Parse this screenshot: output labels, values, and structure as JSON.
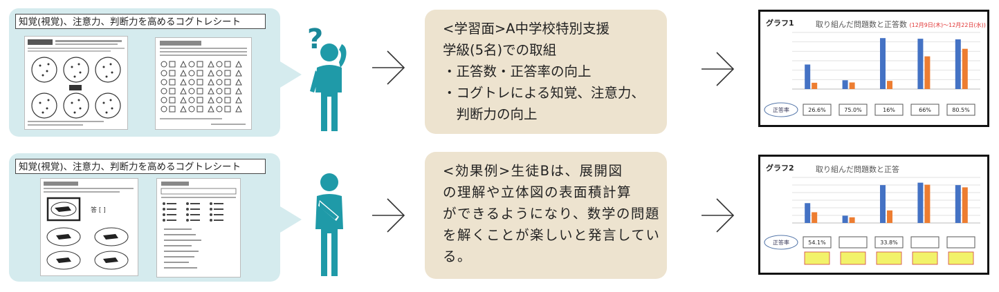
{
  "rows": [
    {
      "sheet_title": "知覚(視覚)、注意力、判断力を高めるコグトレシート",
      "text_lines": [
        "<学習面>A中学校特別支援",
        "学級(5名)での取組",
        "・正答数・正答率の向上",
        "・コグトレによる知覚、注意力、",
        "　判断力の向上"
      ],
      "person": "thinking-person",
      "chart": {
        "label": "グラフ1",
        "title": "取り組んだ問題数と正答数",
        "title_note": "(12月9日(木)〜12月22日(水))",
        "rate_label": "正答率",
        "rates": [
          "26.6%",
          "75.0%",
          "16%",
          "66%",
          "80.5%"
        ],
        "chart_data": {
          "type": "bar",
          "categories": [
            "",
            "",
            "",
            "",
            ""
          ],
          "series": [
            {
              "name": "",
              "values": [
                78,
                28,
                162,
                160,
                158
              ]
            },
            {
              "name": "",
              "values": [
                20,
                21,
                26,
                104,
                128
              ]
            }
          ],
          "ylim": [
            0,
            180
          ],
          "colors": [
            "#4472c4",
            "#ed7d31"
          ]
        }
      }
    },
    {
      "sheet_title": "知覚(視覚)、注意力、判断力を高めるコグトレシート",
      "text_lines": [
        "<効果例>生徒Bは、展開図",
        "の理解や立体図の表面積計算",
        "ができるようになり、数学の問題",
        "を解くことが楽しいと発言してい",
        "る。"
      ],
      "person": "confident-person",
      "chart": {
        "label": "グラフ2",
        "title": "取り組んだ問題数と正答",
        "title_note": "",
        "rate_label": "正答率",
        "rates": [
          "54.1%",
          "",
          "33.8%",
          "",
          ""
        ],
        "chart_data": {
          "type": "bar",
          "categories": [
            "",
            "",
            "",
            "",
            ""
          ],
          "series": [
            {
              "name": "",
              "values": [
                98,
                36,
                187,
                199,
                187
              ]
            },
            {
              "name": "",
              "values": [
                53,
                28,
                62,
                189,
                176
              ]
            }
          ],
          "ylim": [
            0,
            225
          ],
          "colors": [
            "#4472c4",
            "#ed7d31"
          ]
        }
      }
    }
  ],
  "colors": {
    "bubble": "#d5ebee",
    "person": "#1f9aa8",
    "question": "#1a8899",
    "textbox": "#ede3cf",
    "highlight": "#f2f26a"
  }
}
